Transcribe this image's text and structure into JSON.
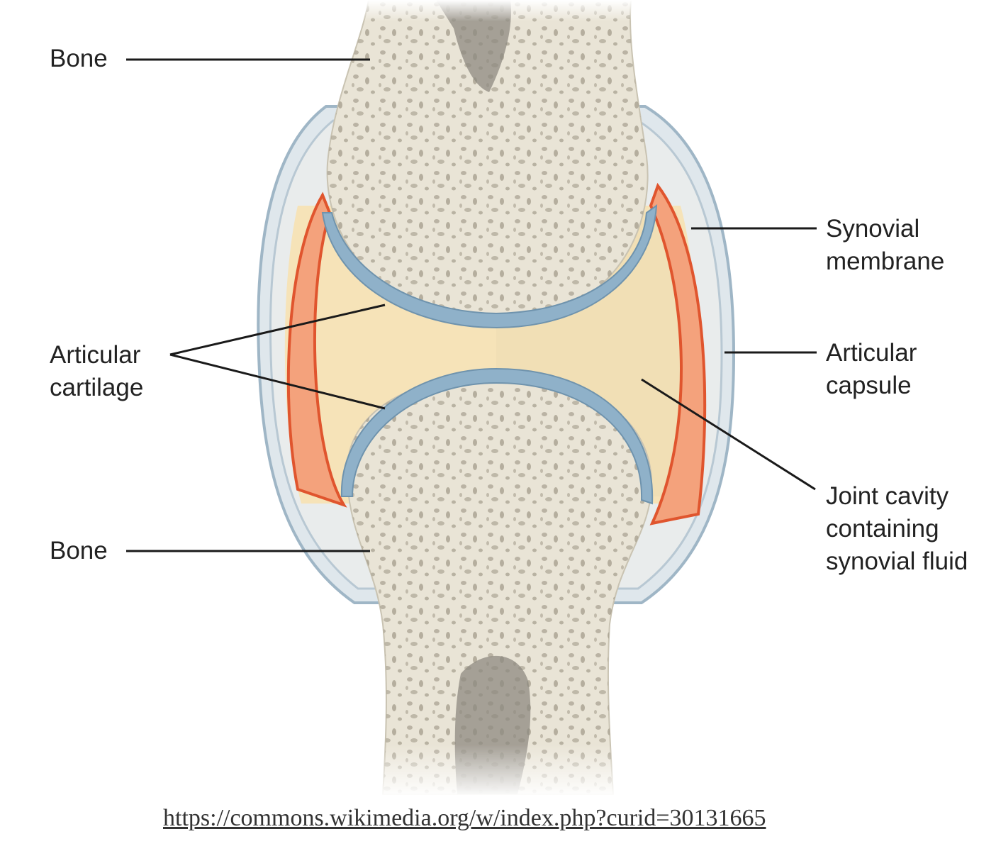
{
  "diagram": {
    "subject": "Synovial joint",
    "labels": {
      "bone_top": "Bone",
      "bone_bottom": "Bone",
      "articular_cartilage": [
        "Articular",
        "cartilage"
      ],
      "synovial_membrane": [
        "Synovial",
        "membrane"
      ],
      "articular_capsule": [
        "Articular",
        "capsule"
      ],
      "joint_cavity": [
        "Joint cavity",
        "containing",
        "synovial fluid"
      ]
    },
    "colors": {
      "bone": "#e9e4d6",
      "bone_pores": "#a9a290",
      "marrow": "#8e8a80",
      "cartilage": "#8fb1c9",
      "synovial_fluid": "#f6e3b8",
      "synovial_membrane": "#e8603c",
      "membrane_fill": "#f4a27c",
      "capsule": "#c9d7e0",
      "leader_line": "#1a1a1a"
    }
  },
  "source_link": "https://commons.wikimedia.org/w/index.php?curid=30131665"
}
